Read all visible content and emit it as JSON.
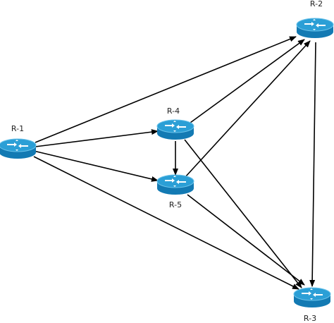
{
  "diagram": {
    "colors": {
      "router_top": "#2b9fd6",
      "router_side": "#137ab3",
      "router_rim": "#6cc3ea",
      "router_arrows": "#ffffff",
      "edge": "#000000",
      "label": "#222222",
      "background": "#ffffff"
    },
    "nodes": [
      {
        "id": "r1",
        "label": "R-1",
        "icon": "router-icon"
      },
      {
        "id": "r2",
        "label": "R-2",
        "icon": "router-icon"
      },
      {
        "id": "r3",
        "label": "R-3",
        "icon": "router-icon"
      },
      {
        "id": "r4",
        "label": "R-4",
        "icon": "router-icon"
      },
      {
        "id": "r5",
        "label": "R-5",
        "icon": "router-icon"
      }
    ],
    "edges": [
      {
        "from": "r1",
        "to": "r2"
      },
      {
        "from": "r1",
        "to": "r4"
      },
      {
        "from": "r1",
        "to": "r5"
      },
      {
        "from": "r1",
        "to": "r3"
      },
      {
        "from": "r4",
        "to": "r2"
      },
      {
        "from": "r4",
        "to": "r5"
      },
      {
        "from": "r4",
        "to": "r3"
      },
      {
        "from": "r5",
        "to": "r2"
      },
      {
        "from": "r5",
        "to": "r3"
      },
      {
        "from": "r2",
        "to": "r3"
      }
    ]
  }
}
